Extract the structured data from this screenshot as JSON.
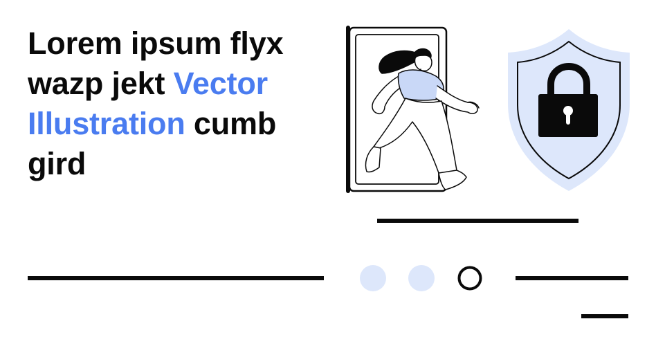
{
  "headline": {
    "part_1": "Lorem ipsum flyx wazp jekt ",
    "highlight": "Vector Illustration",
    "part_2": " cumb gird"
  },
  "colors": {
    "text": "#0a0a0a",
    "accent": "#4a7cf0",
    "shield_fill": "#dde7fb",
    "dot_fill": "#dde7fb",
    "shirt_fill": "#c9d8f7",
    "line": "#0a0a0a"
  },
  "illustration": {
    "door_icon": "door-icon",
    "figure_icon": "running-woman-icon",
    "shield_icon": "shield-icon",
    "lock_icon": "padlock-icon"
  },
  "pagination": {
    "dots": [
      {
        "state": "inactive"
      },
      {
        "state": "inactive"
      },
      {
        "state": "active"
      }
    ]
  }
}
